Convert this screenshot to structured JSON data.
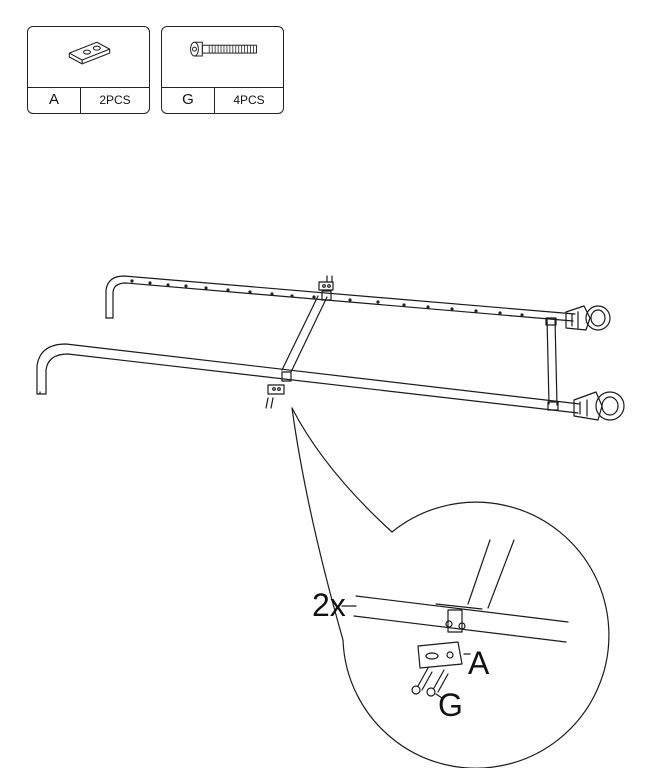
{
  "parts": [
    {
      "letter": "A",
      "quantity": "2PCS",
      "icon": "bracket-plate-icon"
    },
    {
      "letter": "G",
      "quantity": "4PCS",
      "icon": "bolt-icon"
    }
  ],
  "callout": {
    "multiplier": "2x",
    "label_plate": "A",
    "label_bolt": "G"
  }
}
